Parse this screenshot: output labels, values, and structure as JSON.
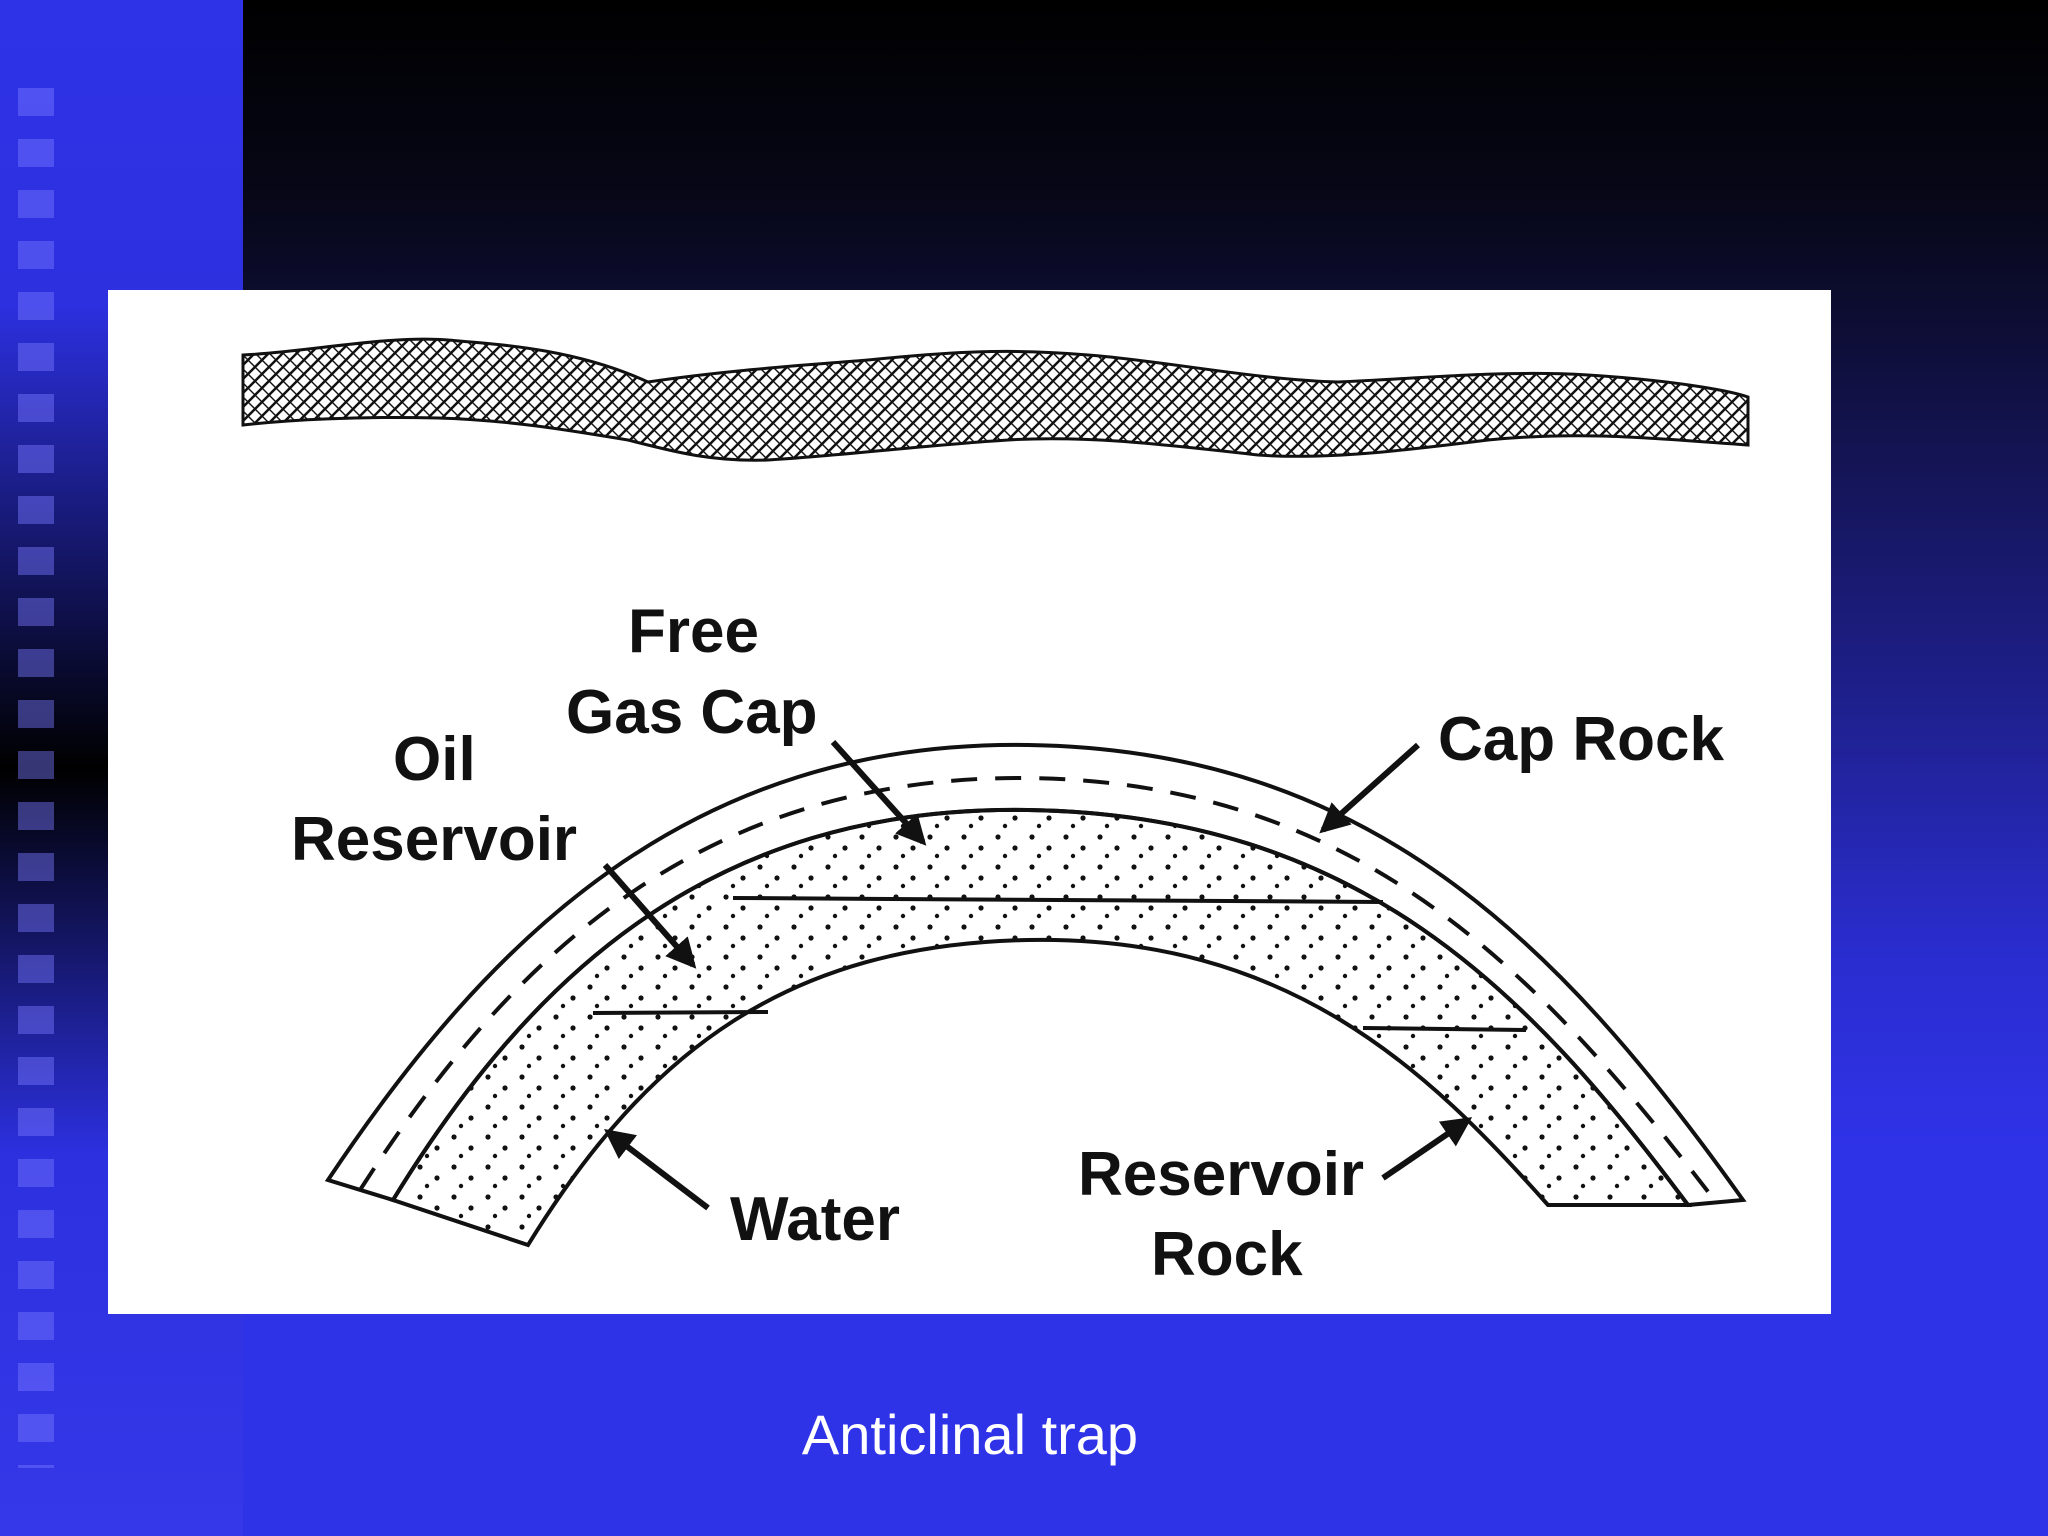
{
  "diagram": {
    "labels": {
      "free": "Free",
      "gas_cap": "Gas Cap",
      "oil": "Oil",
      "reservoir_left": "Reservoir",
      "cap_rock": "Cap Rock",
      "water": "Water",
      "reservoir_rock_1": "Reservoir",
      "reservoir_rock_2": "Rock"
    }
  },
  "caption": "Anticlinal trap"
}
